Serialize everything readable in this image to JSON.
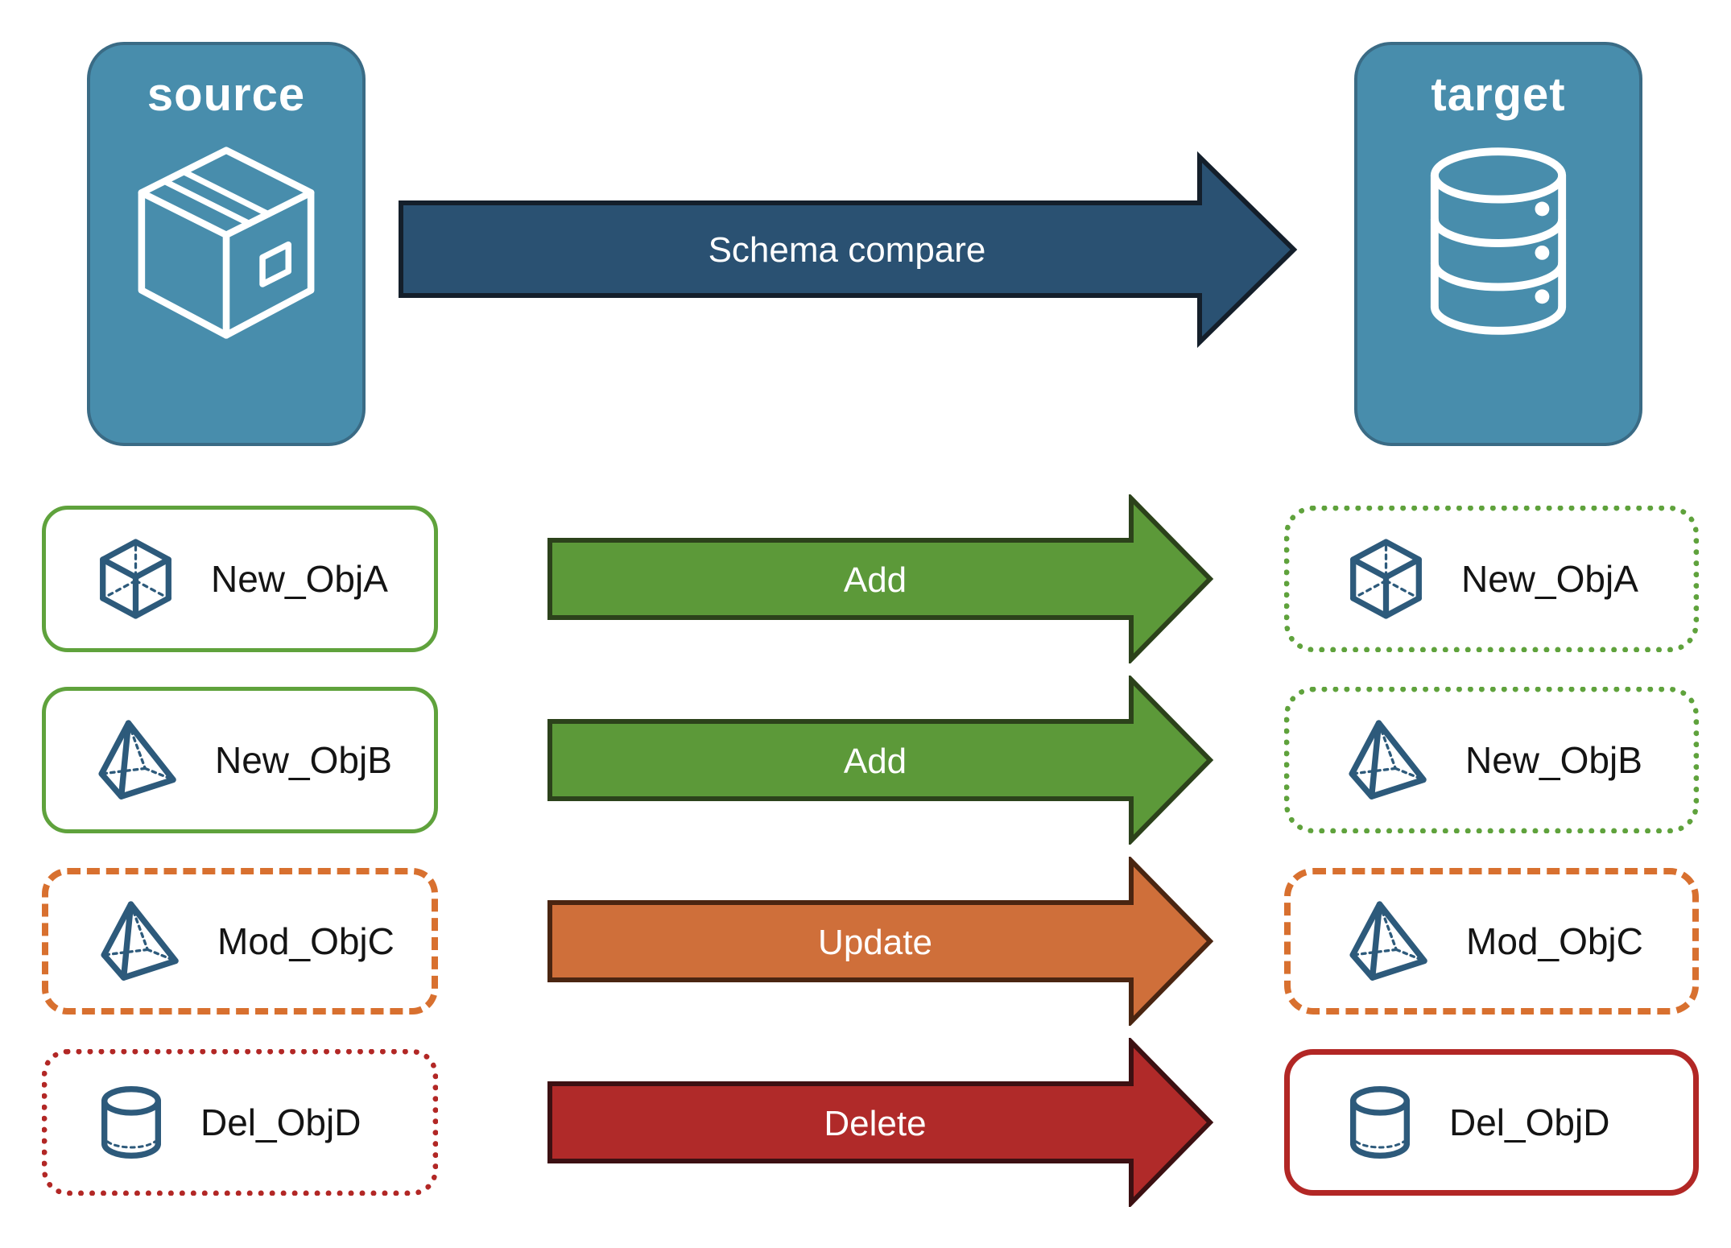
{
  "diagram": {
    "source": {
      "label": "source",
      "icon": "package-icon"
    },
    "target": {
      "label": "target",
      "icon": "database-icon"
    },
    "compare_arrow": {
      "label": "Schema compare",
      "fill": "#2a5172"
    }
  },
  "rows": [
    {
      "object": "New_ObjA",
      "action": "Add",
      "icon": "cube-icon",
      "change": "added",
      "source_border": "solid green",
      "target_border": "dotted green",
      "arrow_fill": "#5c9939"
    },
    {
      "object": "New_ObjB",
      "action": "Add",
      "icon": "pyramid-icon",
      "change": "added",
      "source_border": "solid green",
      "target_border": "dotted green",
      "arrow_fill": "#5c9939"
    },
    {
      "object": "Mod_ObjC",
      "action": "Update",
      "icon": "pyramid-icon",
      "change": "modified",
      "source_border": "dashed orange",
      "target_border": "dashed orange",
      "arrow_fill": "#cf6f3a"
    },
    {
      "object": "Del_ObjD",
      "action": "Delete",
      "icon": "cylinder-icon",
      "change": "deleted",
      "source_border": "dotted red",
      "target_border": "solid red",
      "arrow_fill": "#b02a29"
    }
  ],
  "colors": {
    "node_fill": "#488dac",
    "node_border": "#3a6b85",
    "icon_stroke": "#2d5a7b",
    "green_border": "#5fa23c",
    "green_arrow": "#5c9939",
    "orange_border": "#d8702f",
    "orange_arrow": "#cf6f3a",
    "red_border": "#b22725",
    "red_arrow": "#b02a29",
    "navy_arrow": "#2a5172",
    "text": "#141414",
    "arrow_text": "#ffffff"
  }
}
